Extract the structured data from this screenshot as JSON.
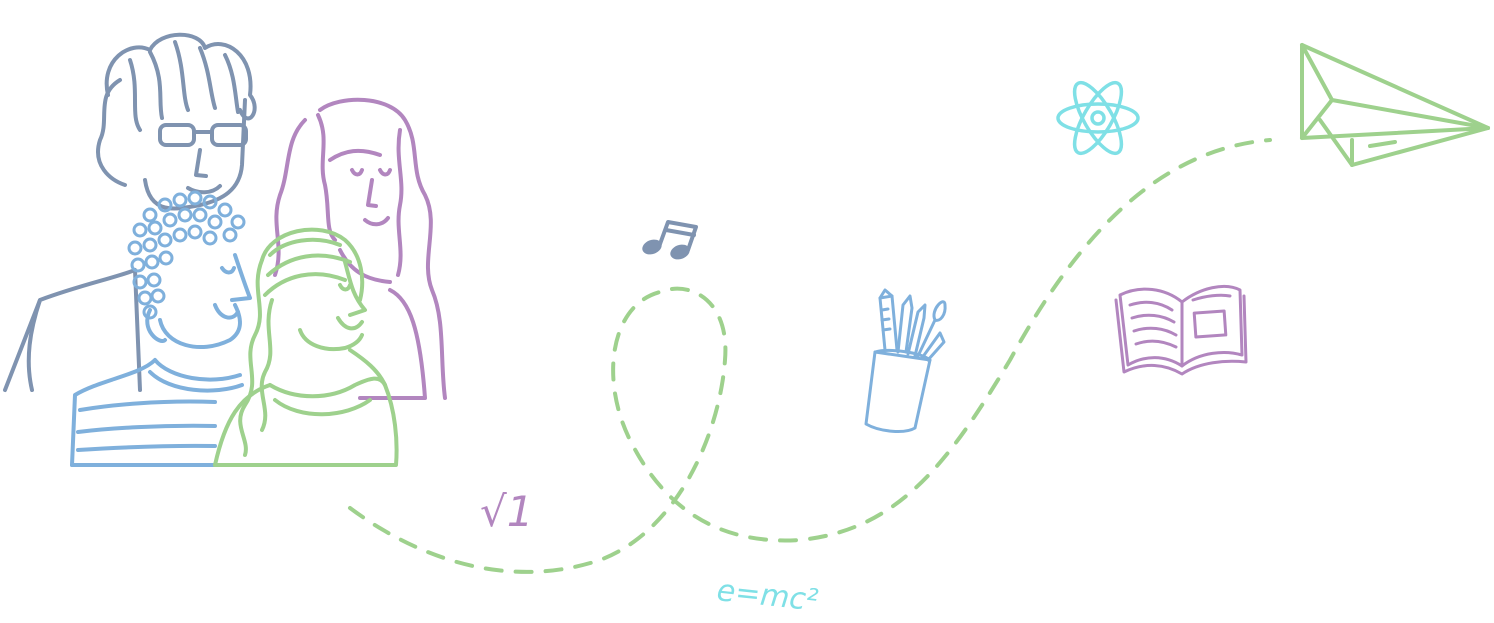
{
  "colors": {
    "slate": "#7f93b0",
    "purple": "#b286bf",
    "blue": "#7fb0dc",
    "green": "#9ed18d",
    "cyan": "#7fe0e6"
  },
  "icons": [
    "people-group-illustration",
    "music-note-icon",
    "pencil-cup-icon",
    "atom-icon",
    "open-book-icon",
    "paper-plane-icon"
  ],
  "annotations": {
    "sqrt": "√1",
    "formula": "e=mc²"
  }
}
